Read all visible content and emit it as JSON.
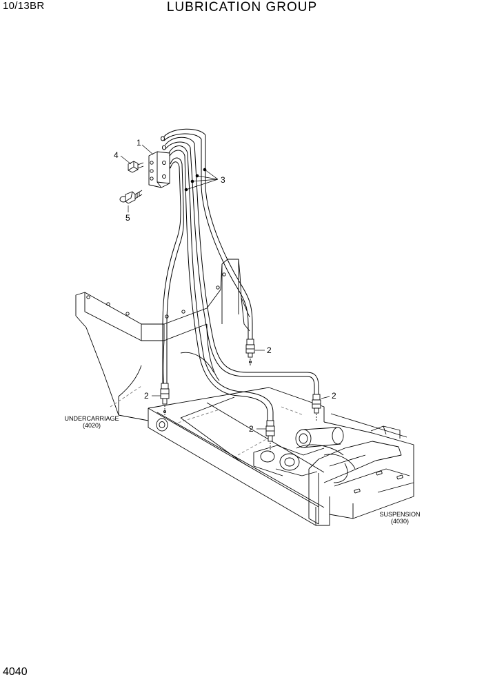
{
  "header": {
    "model_code": "10/13BR",
    "title": "LUBRICATION GROUP"
  },
  "footer": {
    "page_number": "4040"
  },
  "callouts": {
    "p1": "1",
    "p2": "2",
    "p3": "3",
    "p4": "4",
    "p5": "5"
  },
  "references": {
    "undercarriage_name": "UNDERCARRIAGE",
    "undercarriage_code": "(4020)",
    "suspension_name": "SUSPENSION",
    "suspension_code": "(4030)"
  },
  "colors": {
    "line": "#000000",
    "paper": "#ffffff",
    "hidden": "#777777"
  }
}
